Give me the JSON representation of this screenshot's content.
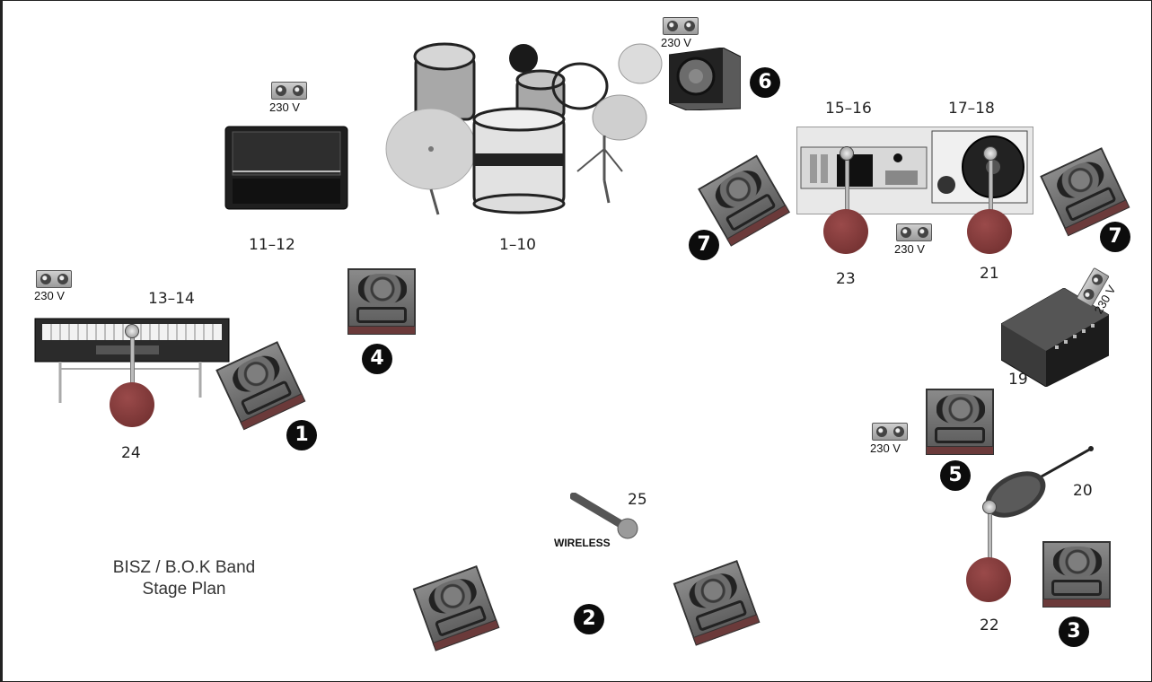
{
  "title": {
    "line1": "BISZ / B.O.K Band",
    "line2": "Stage Plan"
  },
  "labels": {
    "drums": "1–10",
    "bass_amp": "11–12",
    "keys": "13–14",
    "mixer": "15–16",
    "turntable": "17–18",
    "amp19": "19",
    "violin": "20",
    "mic21": "21",
    "mic22": "22",
    "mic23": "23",
    "mic24": "24",
    "wireless_mic": "25",
    "wireless": "WIRELESS"
  },
  "power_label": "230 V",
  "monitors": {
    "m1": "1",
    "m2": "2",
    "m3": "3",
    "m4": "4",
    "m5": "5",
    "m6": "6",
    "m7a": "7",
    "m7b": "7"
  },
  "colors": {
    "mic_base": "#7a3434",
    "monitor": "#6b6b6b",
    "badge": "#0c0c0c"
  }
}
